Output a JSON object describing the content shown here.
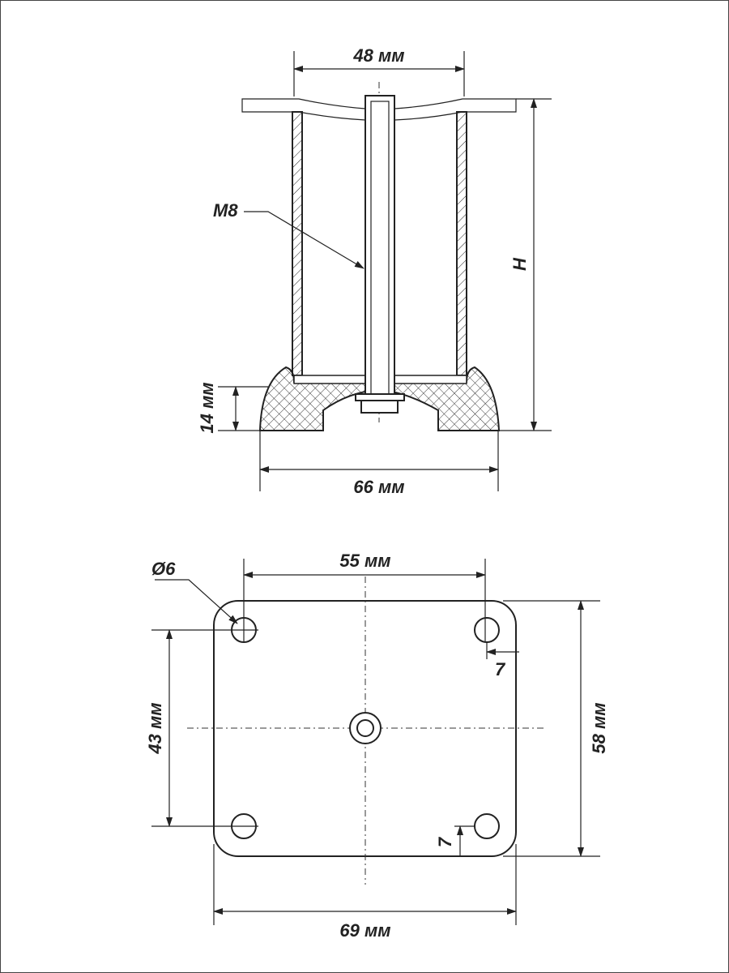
{
  "side_view": {
    "dim_top_width": "48 мм",
    "dim_height": "H",
    "dim_base_height": "14 мм",
    "dim_base_width": "66 мм",
    "thread_label": "M8"
  },
  "plate_view": {
    "dim_hole_spacing_x": "55 мм",
    "dim_hole_spacing_y": "43 мм",
    "dim_plate_height": "58 мм",
    "dim_plate_width": "69 мм",
    "hole_diameter": "Ø6",
    "dim_hole_offset_x": "7",
    "dim_hole_offset_y": "7"
  }
}
